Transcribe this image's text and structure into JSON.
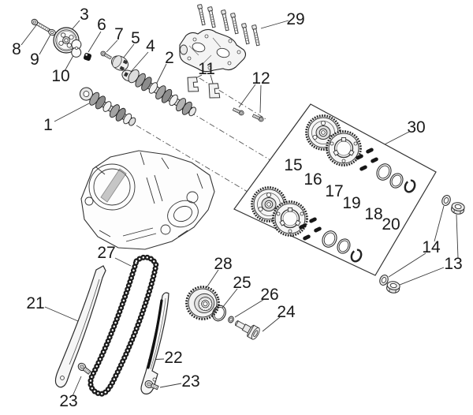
{
  "colors": {
    "background": "#ffffff",
    "line": "#2a2a2a",
    "fill_light": "#f2f2f2",
    "pin_black": "#161616"
  },
  "callouts": {
    "c1": "1",
    "c2": "2",
    "c3": "3",
    "c4": "4",
    "c5": "5",
    "c6": "6",
    "c7": "7",
    "c8": "8",
    "c9": "9",
    "c10": "10",
    "c11": "11",
    "c12": "12",
    "c13": "13",
    "c14": "14",
    "c15": "15",
    "c16": "16",
    "c17": "17",
    "c18": "18",
    "c19": "19",
    "c20": "20",
    "c21": "21",
    "c22": "22",
    "c23a": "23",
    "c23b": "23",
    "c24": "24",
    "c25": "25",
    "c26": "26",
    "c27": "27",
    "c28": "28",
    "c29": "29",
    "c30": "30"
  }
}
